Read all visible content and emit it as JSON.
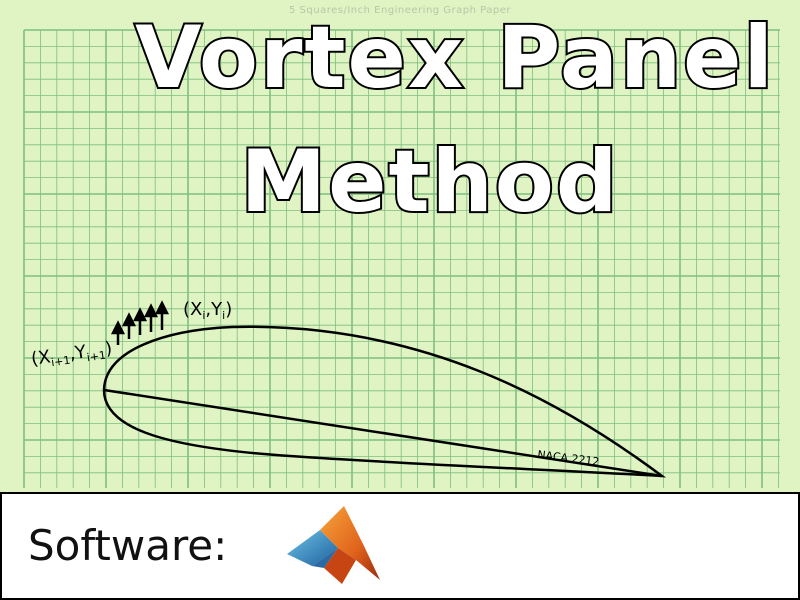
{
  "graph_paper": {
    "heading": "5 Squares/Inch Engineering Graph Paper",
    "color": "#dff3c3",
    "grid_color": "#7fbf7f"
  },
  "title": {
    "line1": "Vortex Panel",
    "line2": "Method"
  },
  "diagram": {
    "label_i": "(Xi,Yi)",
    "label_i1": "(Xi+1,Yi+1)",
    "airfoil_name": "NACA 2212",
    "stroke_color": "#000000"
  },
  "footer": {
    "software_label": "Software:",
    "logo": "matlab-logo"
  }
}
